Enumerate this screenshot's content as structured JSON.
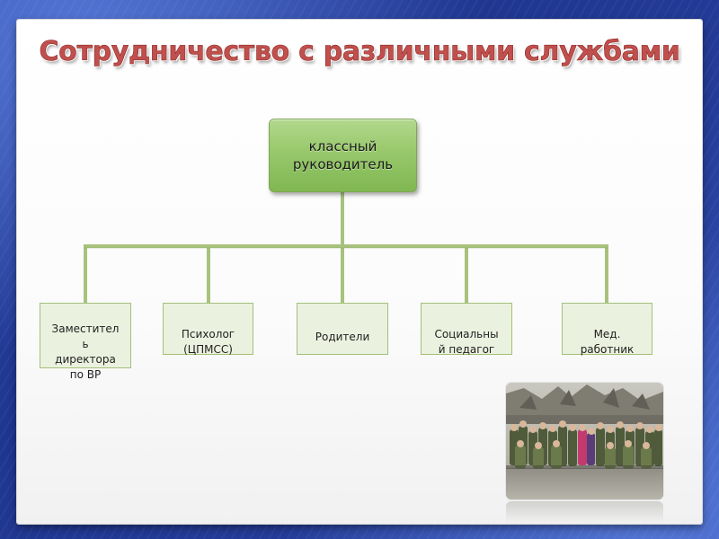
{
  "slide": {
    "title": "Сотрудничество с различными службами"
  },
  "diagram": {
    "root": {
      "label": "классный\nруководитель"
    },
    "children": [
      {
        "label": "Заместител\nь\nдиректора\nпо ВР"
      },
      {
        "label": "Психолог\n(ЦПМСС)"
      },
      {
        "label": "Родители"
      },
      {
        "label": "Социальны\nй педагог"
      },
      {
        "label": "Мед.\nработник"
      }
    ]
  },
  "photo": {
    "subject": "group-photo"
  },
  "colors": {
    "title": "#c0504d",
    "root_fill": "#9bcb6e",
    "connector": "#a7c27c",
    "child_fill": "#ebf1df",
    "child_border": "#a3c07a",
    "background": "#243c98"
  }
}
